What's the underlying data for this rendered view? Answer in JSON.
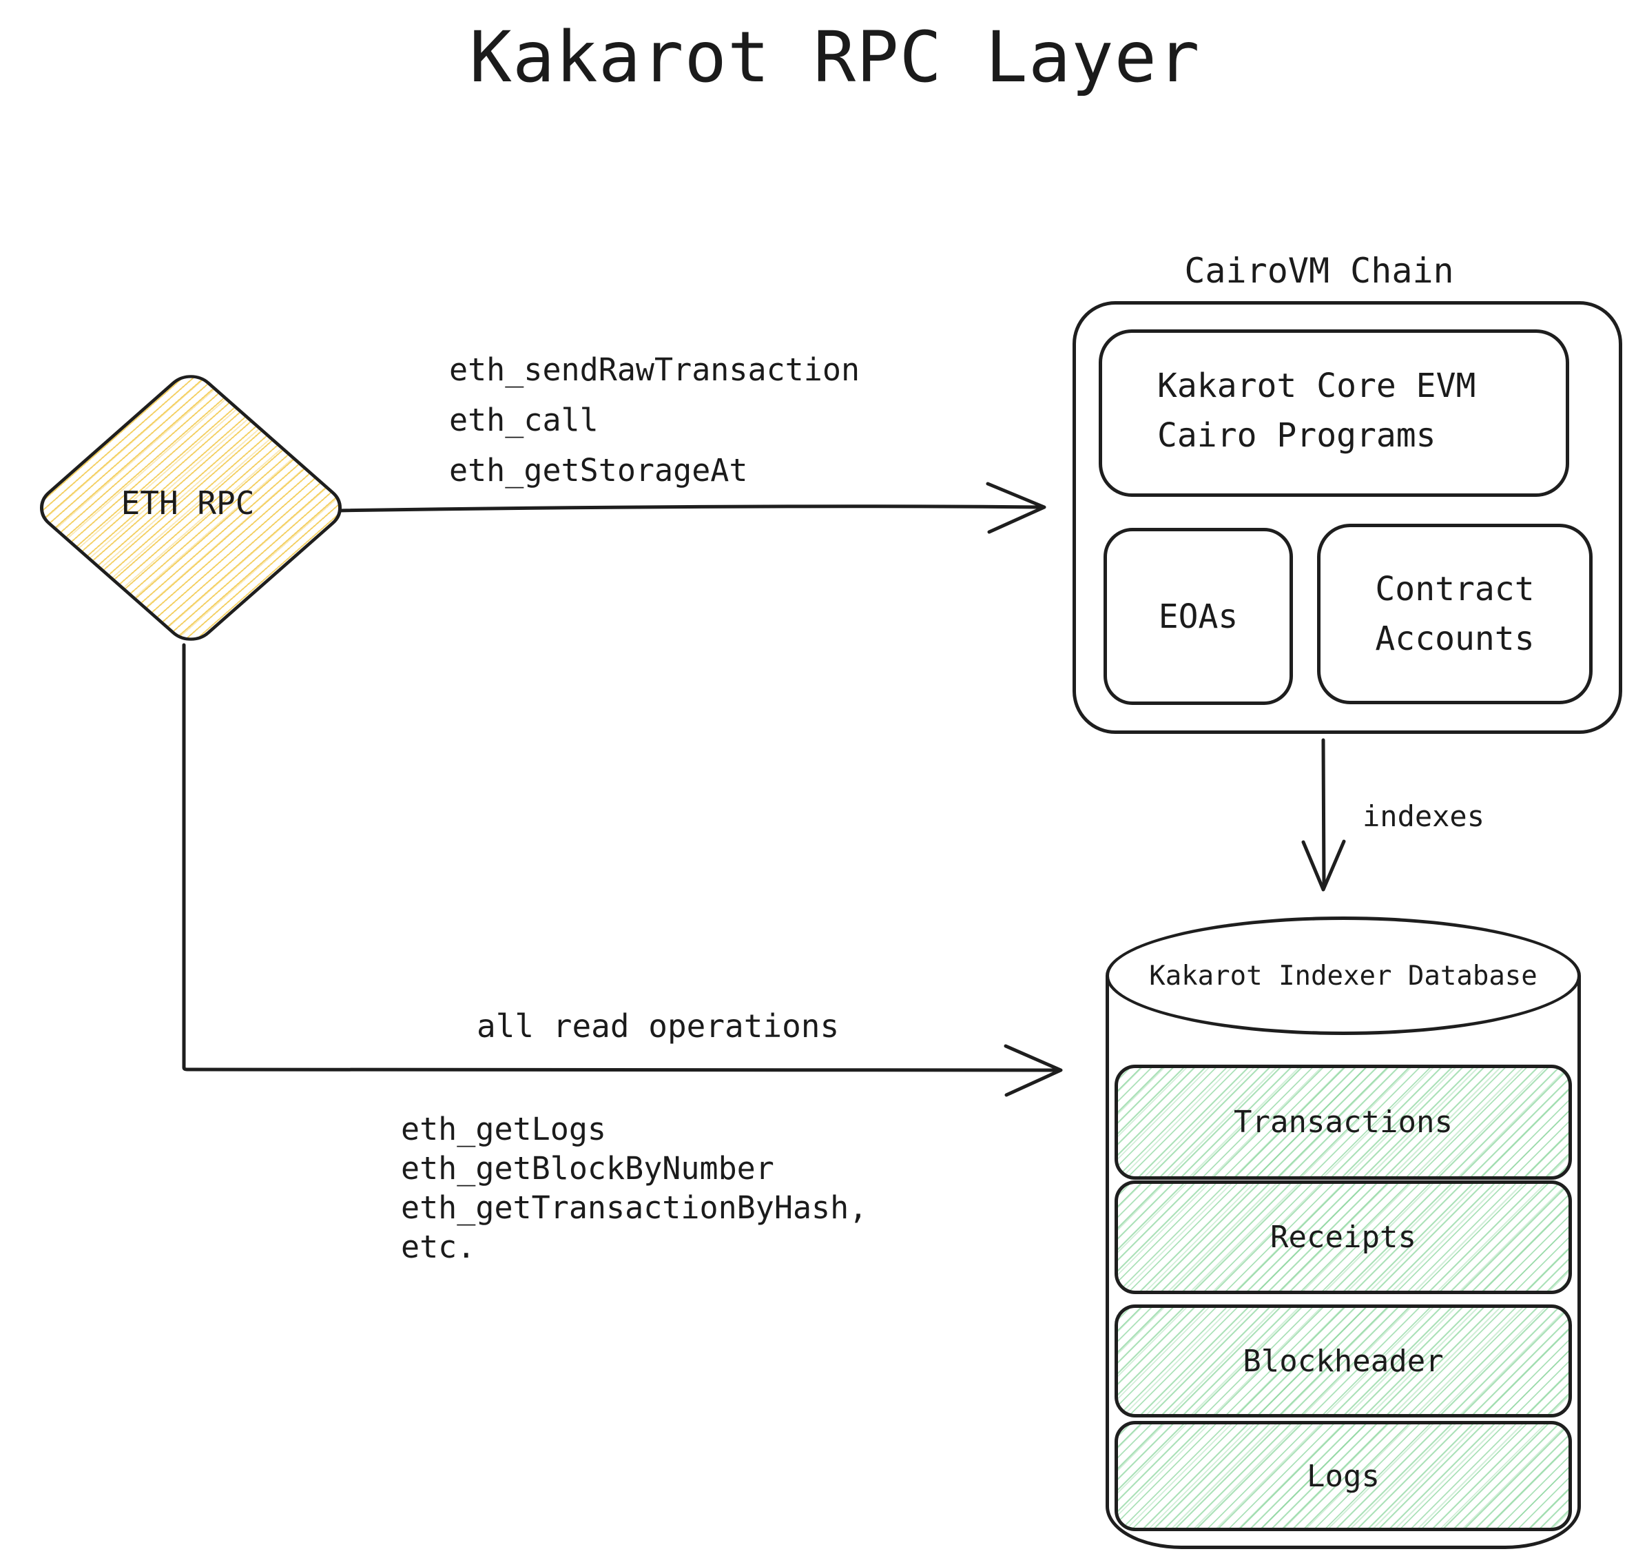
{
  "title": "Kakarot RPC Layer",
  "colors": {
    "stroke": "#1e1e1e",
    "yellow_hatch": "#f3ce5c",
    "green_hatch": "#69c980"
  },
  "eth_rpc": {
    "label": "ETH RPC"
  },
  "write_arrow": {
    "labels": [
      "eth_sendRawTransaction",
      "eth_call",
      "eth_getStorageAt"
    ]
  },
  "cairovm": {
    "title": "CairoVM Chain",
    "core": {
      "line1": "Kakarot Core EVM",
      "line2": "Cairo Programs"
    },
    "eoas_label": "EOAs",
    "contract": {
      "line1": "Contract",
      "line2": "Accounts"
    }
  },
  "indexes_arrow": {
    "label": "indexes"
  },
  "read_arrow": {
    "label": "all read operations",
    "methods": [
      "eth_getLogs",
      "eth_getBlockByNumber",
      "eth_getTransactionByHash,",
      "etc."
    ]
  },
  "database": {
    "title": "Kakarot Indexer Database",
    "tables": [
      "Transactions",
      "Receipts",
      "Blockheader",
      "Logs"
    ]
  }
}
